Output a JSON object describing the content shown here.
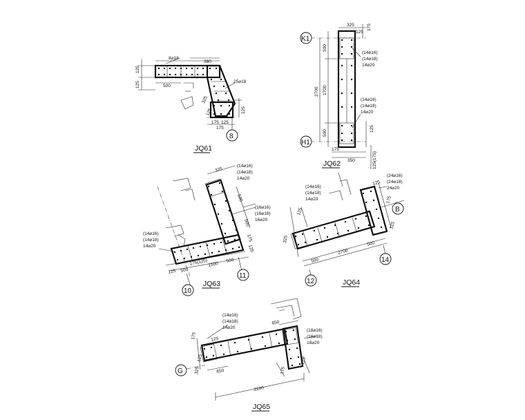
{
  "details": {
    "jq61": {
      "title": "JQ61",
      "rebar_top": "8⌀18",
      "rebar_side": "25⌀18",
      "dim_380": "380",
      "dim_500": "500",
      "dim_125a": "125",
      "dim_125b": "125",
      "dim_325": "325",
      "dim_125c": "125",
      "dim_175": "175",
      "dim_125d": "125",
      "dim_125e": "125",
      "dim_175b": "175",
      "axis": "8"
    },
    "jq62": {
      "title": "JQ62",
      "axis_top": "K1",
      "axis_bottom": "H1",
      "dim_325": "325",
      "dim_125a": "125",
      "dim_175": "175",
      "dim_500a": "500",
      "dim_1700": "1700",
      "dim_2700": "2700",
      "dim_500b": "500",
      "dim_125b": "125",
      "dim_350": "350",
      "dim_175b": "175",
      "dim_bracket": "125(175)",
      "rebar1_a": "(14⌀16)",
      "rebar1_b": "(14⌀18)",
      "rebar1_c": "14⌀20",
      "rebar2_a": "(14⌀16)",
      "rebar2_b": "(14⌀18)",
      "rebar2_c": "14⌀20"
    },
    "jq63": {
      "title": "JQ63",
      "dim_325": "325",
      "dim_500a": "500",
      "dim_500b": "500",
      "dim_175": "175",
      "dim_125a": "125",
      "dim_175_125": "175(125)",
      "dim_125b": "125",
      "dim_500c": "500",
      "dim_1500": "1500",
      "dim_500d": "500",
      "rebar1_a": "(14⌀16)",
      "rebar1_b": "(14⌀18)",
      "rebar1_c": "14⌀20",
      "rebar2_a": "(16⌀16)",
      "rebar2_b": "(16⌀18)",
      "rebar2_c": "16⌀20",
      "rebar3_a": "(14⌀16)",
      "rebar3_b": "(14⌀18)",
      "rebar3_c": "14⌀20",
      "axis_left": "10",
      "axis_right": "11"
    },
    "jq64": {
      "title": "JQ64",
      "rebar1_a": "(14⌀16)",
      "rebar1_b": "(14⌀18)",
      "rebar1_c": "14⌀20",
      "rebar2_a": "(24⌀16)",
      "rebar2_b": "(24⌀18)",
      "rebar2_c": "24⌀20",
      "dim_125a": "125",
      "dim_175": "175",
      "dim_125b": "125",
      "dim_325": "325",
      "dim_500a": "500",
      "dim_2700": "2700",
      "dim_500b": "500",
      "dim_125c": "125",
      "axis_left": "12",
      "axis_right": "14",
      "axis_b": "B"
    },
    "jq65": {
      "title": "JQ65",
      "rebar1_a": "(14⌀16)",
      "rebar1_b": "(14⌀18)",
      "rebar1_c": "14⌀20",
      "rebar2_a": "(18⌀16)",
      "rebar2_b": "(18⌀18)",
      "rebar2_c": "18⌀20",
      "dim_175": "175",
      "dim_125a": "125",
      "dim_650a": "650",
      "dim_650b": "650",
      "dim_125b": "125",
      "dim_325": "325",
      "dim_2100": "2100",
      "dim_125c": "125",
      "dim_175b": "175",
      "axis": "G"
    }
  }
}
